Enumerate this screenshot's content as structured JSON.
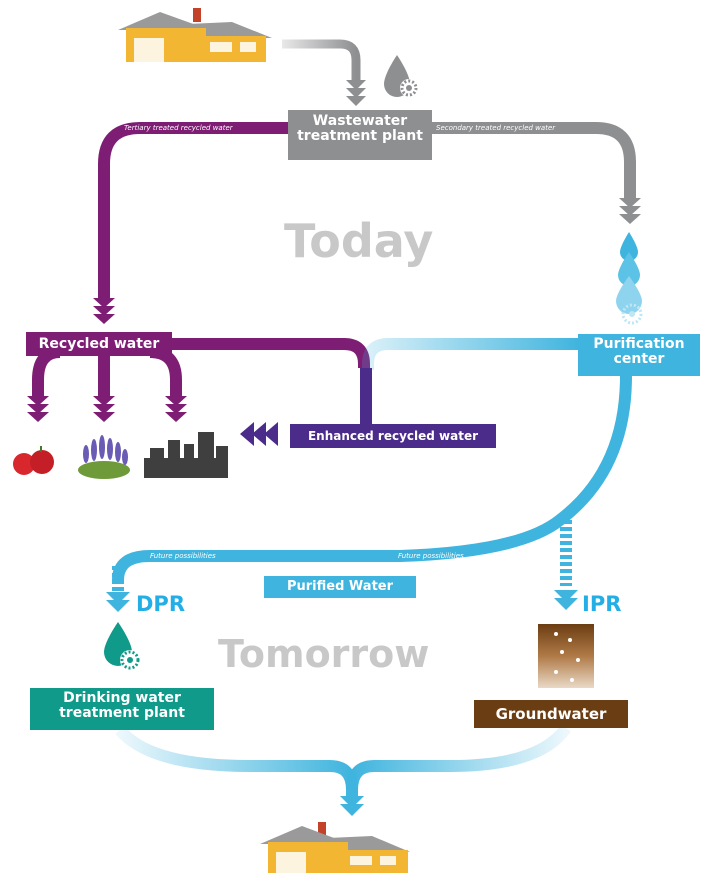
{
  "labels": {
    "wastewater_plant": [
      "Wastewater",
      "treatment plant"
    ],
    "tertiary": "Tertiary treated recycled water",
    "secondary": "Secondary treated recycled water",
    "today": "Today",
    "recycled_water": "Recycled water",
    "purification_center": [
      "Purification",
      "center"
    ],
    "enhanced_recycled": "Enhanced recycled water",
    "future_left": "Future possibilities",
    "future_right": "Future possibilities",
    "purified_water": "Purified Water",
    "dpr": "DPR",
    "ipr": "IPR",
    "tomorrow": "Tomorrow",
    "drinking_plant": [
      "Drinking water",
      "treatment plant"
    ],
    "groundwater": "Groundwater"
  },
  "colors": {
    "grey": "#8e8f91",
    "purple": "#7d1d74",
    "indigo": "#4b2c8a",
    "cyan": "#3fb4de",
    "teal": "#0f9a8a",
    "brown": "#6b3d12",
    "house": "#f2b632",
    "roof": "#9a9a9a"
  },
  "icons": [
    "house-icon",
    "water-drop-gear-icon",
    "apples-icon",
    "lavender-icon",
    "city-icon",
    "water-drops-icon",
    "gear-icon",
    "groundwater-layers-icon"
  ]
}
